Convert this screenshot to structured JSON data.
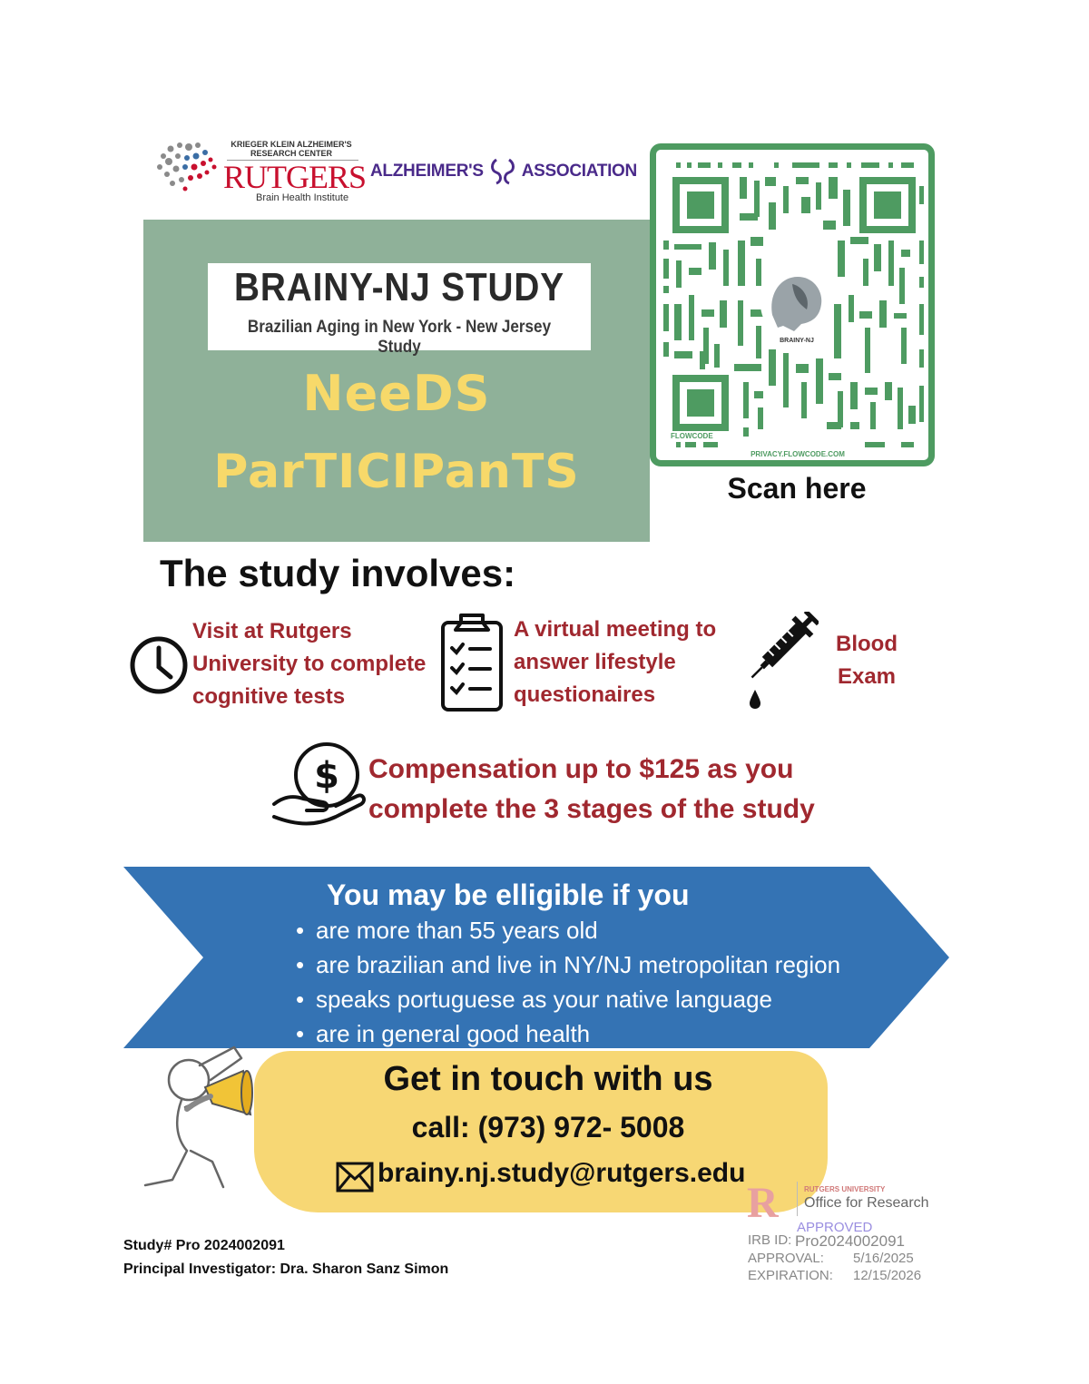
{
  "header": {
    "rutgers_line1": "KRIEGER KLEIN ALZHEIMER'S",
    "rutgers_line2": "RESEARCH CENTER",
    "rutgers_name": "RUTGERS",
    "rutgers_sub": "Brain Health Institute",
    "alz_left": "ALZHEIMER'S",
    "alz_right": "ASSOCIATION"
  },
  "hero": {
    "title": "BRAINY-NJ STUDY",
    "subtitle": "Brazilian Aging in New York - New Jersey Study",
    "needs_line1": "NeeDS",
    "needs_line2": "ParTICIPanTS"
  },
  "qr": {
    "center_label": "BRAINY-NJ",
    "corner_label": "FLOWCODE",
    "privacy": "PRIVACY.FLOWCODE.COM",
    "scan_label": "Scan here"
  },
  "involves": {
    "heading": "The study involves:",
    "items": [
      {
        "icon": "clock-icon",
        "lines": [
          "Visit at Rutgers",
          "University to complete",
          "cognitive tests"
        ]
      },
      {
        "icon": "clipboard-checklist-icon",
        "lines": [
          "A virtual meeting to",
          "answer lifestyle",
          "questionaires"
        ]
      },
      {
        "icon": "syringe-icon",
        "lines": [
          "Blood",
          "Exam"
        ]
      }
    ],
    "compensation_lines": [
      "Compensation up to $125 as you",
      "complete the 3 stages of the study"
    ]
  },
  "eligibility": {
    "heading": "You may be elligible if you",
    "items": [
      "are more than 55 years old",
      "are brazilian and live in NY/NJ metropolitan region",
      "speaks portuguese as your native language",
      "are in general good health"
    ]
  },
  "contact": {
    "heading": "Get in touch with us",
    "phone": "call: (973) 972- 5008",
    "email": "brainy.nj.study@rutgers.edu"
  },
  "footer": {
    "study_number": "Study# Pro 2024002091",
    "investigator": "Principal Investigator: Dra. Sharon Sanz Simon"
  },
  "irb": {
    "letter": "R",
    "university": "RUTGERS UNIVERSITY",
    "office": "Office for Research",
    "approved": "APPROVED",
    "id_label": "IRB ID:",
    "id_value": "Pro2024002091",
    "approval_label": "APPROVAL:",
    "approval_value": "5/16/2025",
    "expiration_label": "EXPIRATION:",
    "expiration_value": "12/15/2026"
  },
  "colors": {
    "green_panel": "#8fb199",
    "needs_yellow": "#f7d96a",
    "qr_green": "#4e9b61",
    "accent_red": "#a0282f",
    "banner_blue": "#3473b4",
    "contact_yellow": "#f7d774"
  }
}
